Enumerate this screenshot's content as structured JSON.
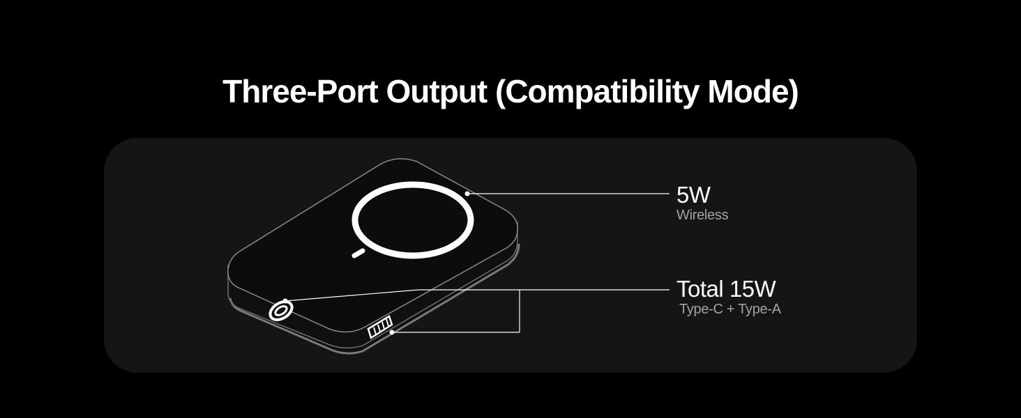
{
  "title": "Three-Port Output (Compatibility Mode)",
  "callouts": {
    "wireless": {
      "value": "5W",
      "description": "Wireless"
    },
    "wired": {
      "value": "Total 15W",
      "description": "Type-C + Type-A"
    }
  },
  "colors": {
    "background": "#000000",
    "panel": "#151518",
    "text_primary": "#ffffff",
    "text_secondary": "#a3a3a6",
    "outline": "#8a8a8e"
  },
  "icons": [
    "power-bank-illustration",
    "magnetic-ring-icon",
    "usb-c-port-icon",
    "usb-a-port-icon",
    "led-indicator-icon"
  ]
}
